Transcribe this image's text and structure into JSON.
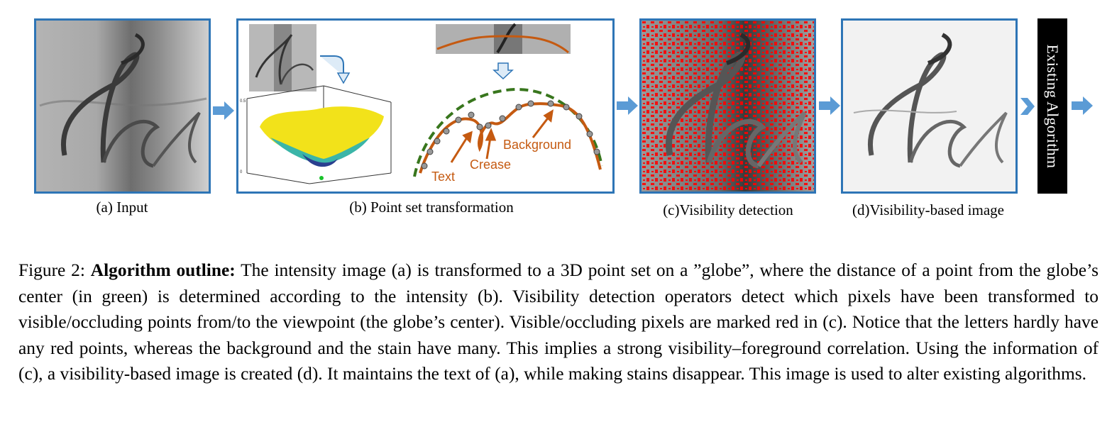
{
  "panels": {
    "a": {
      "caption": "(a) Input"
    },
    "b": {
      "caption": "(b) Point set transformation",
      "labels": {
        "background": "Background",
        "crease": "Crease",
        "text": "Text"
      }
    },
    "c": {
      "caption": "(c)Visibility detection"
    },
    "d": {
      "caption": "(d)Visibility-based image"
    }
  },
  "existing": {
    "label": "Existing Algorithm"
  },
  "figure_caption": {
    "prefix": "Figure 2: ",
    "bold": "Algorithm outline:",
    "body": " The intensity image (a) is transformed to a 3D point set on a ”globe”, where the distance of a point from the globe’s center (in green) is determined according to the intensity (b). Visibility detection operators detect which pixels have been transformed to visible/occluding points from/to the viewpoint (the globe’s center). Visible/occluding pixels are marked red in (c). Notice that the letters hardly have any red points, whereas the background and the stain have many. This implies a strong visibility–foreground correlation. Using the information of (c), a visibility-based image is created (d). It maintains the text of (a), while making stains disappear. This image is used to alter existing algorithms."
  },
  "colors": {
    "panel_border": "#2e75b6",
    "arrow_fill": "#5b9bd5",
    "curve_orange": "#c55a11",
    "globe_green": "#38761d",
    "visible_red": "#ff0000"
  }
}
